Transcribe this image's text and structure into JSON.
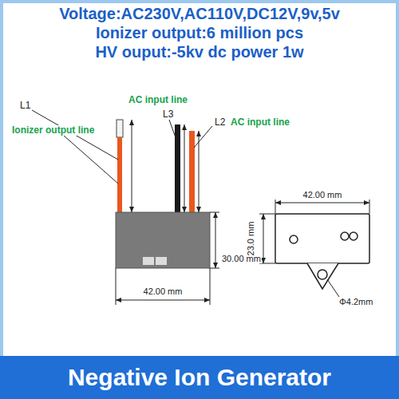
{
  "diagram": {
    "title": "Negative Ion Generator",
    "labels": [
      "Voltage:AC230V,AC110V,DC12V,9v,5v",
      "Ionizer output:6 million pcs",
      "HV ouput:-5kv dc power 1w",
      "AC input line",
      "L1",
      "L3",
      "L2",
      "Ionizer output line",
      "AC input line",
      "30.00 mm",
      "42.00 mm",
      "42.00 mm",
      "23.0 mm",
      "Φ4.2mm"
    ]
  }
}
